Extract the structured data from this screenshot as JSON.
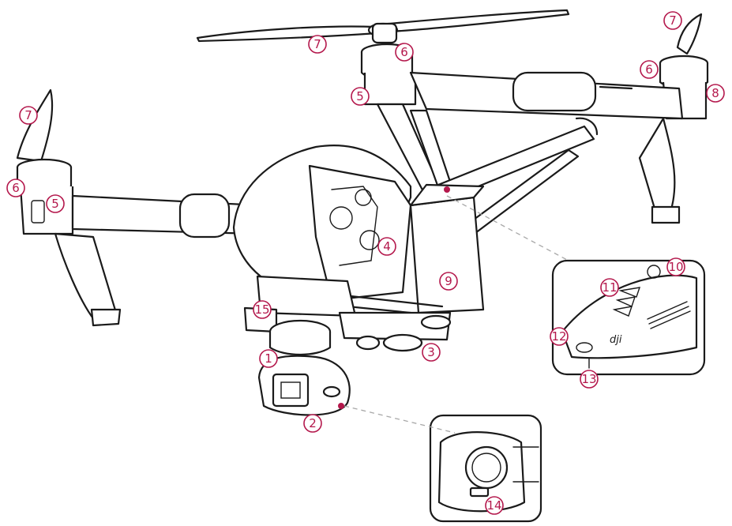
{
  "callouts": [
    {
      "id": "c1",
      "label": "1"
    },
    {
      "id": "c2",
      "label": "2"
    },
    {
      "id": "c3",
      "label": "3"
    },
    {
      "id": "c4",
      "label": "4"
    },
    {
      "id": "c5a",
      "label": "5"
    },
    {
      "id": "c5b",
      "label": "5"
    },
    {
      "id": "c6a",
      "label": "6"
    },
    {
      "id": "c6b",
      "label": "6"
    },
    {
      "id": "c6c",
      "label": "6"
    },
    {
      "id": "c7a",
      "label": "7"
    },
    {
      "id": "c7b",
      "label": "7"
    },
    {
      "id": "c7c",
      "label": "7"
    },
    {
      "id": "c8",
      "label": "8"
    },
    {
      "id": "c9",
      "label": "9"
    },
    {
      "id": "c10",
      "label": "10"
    },
    {
      "id": "c11",
      "label": "11"
    },
    {
      "id": "c12",
      "label": "12"
    },
    {
      "id": "c13",
      "label": "13"
    },
    {
      "id": "c14",
      "label": "14"
    },
    {
      "id": "c15",
      "label": "15"
    }
  ],
  "accent_color": "#b4184c",
  "line_color": "#1a1a1a",
  "leader_color": "#a8a8a8",
  "logo_text": "dji"
}
